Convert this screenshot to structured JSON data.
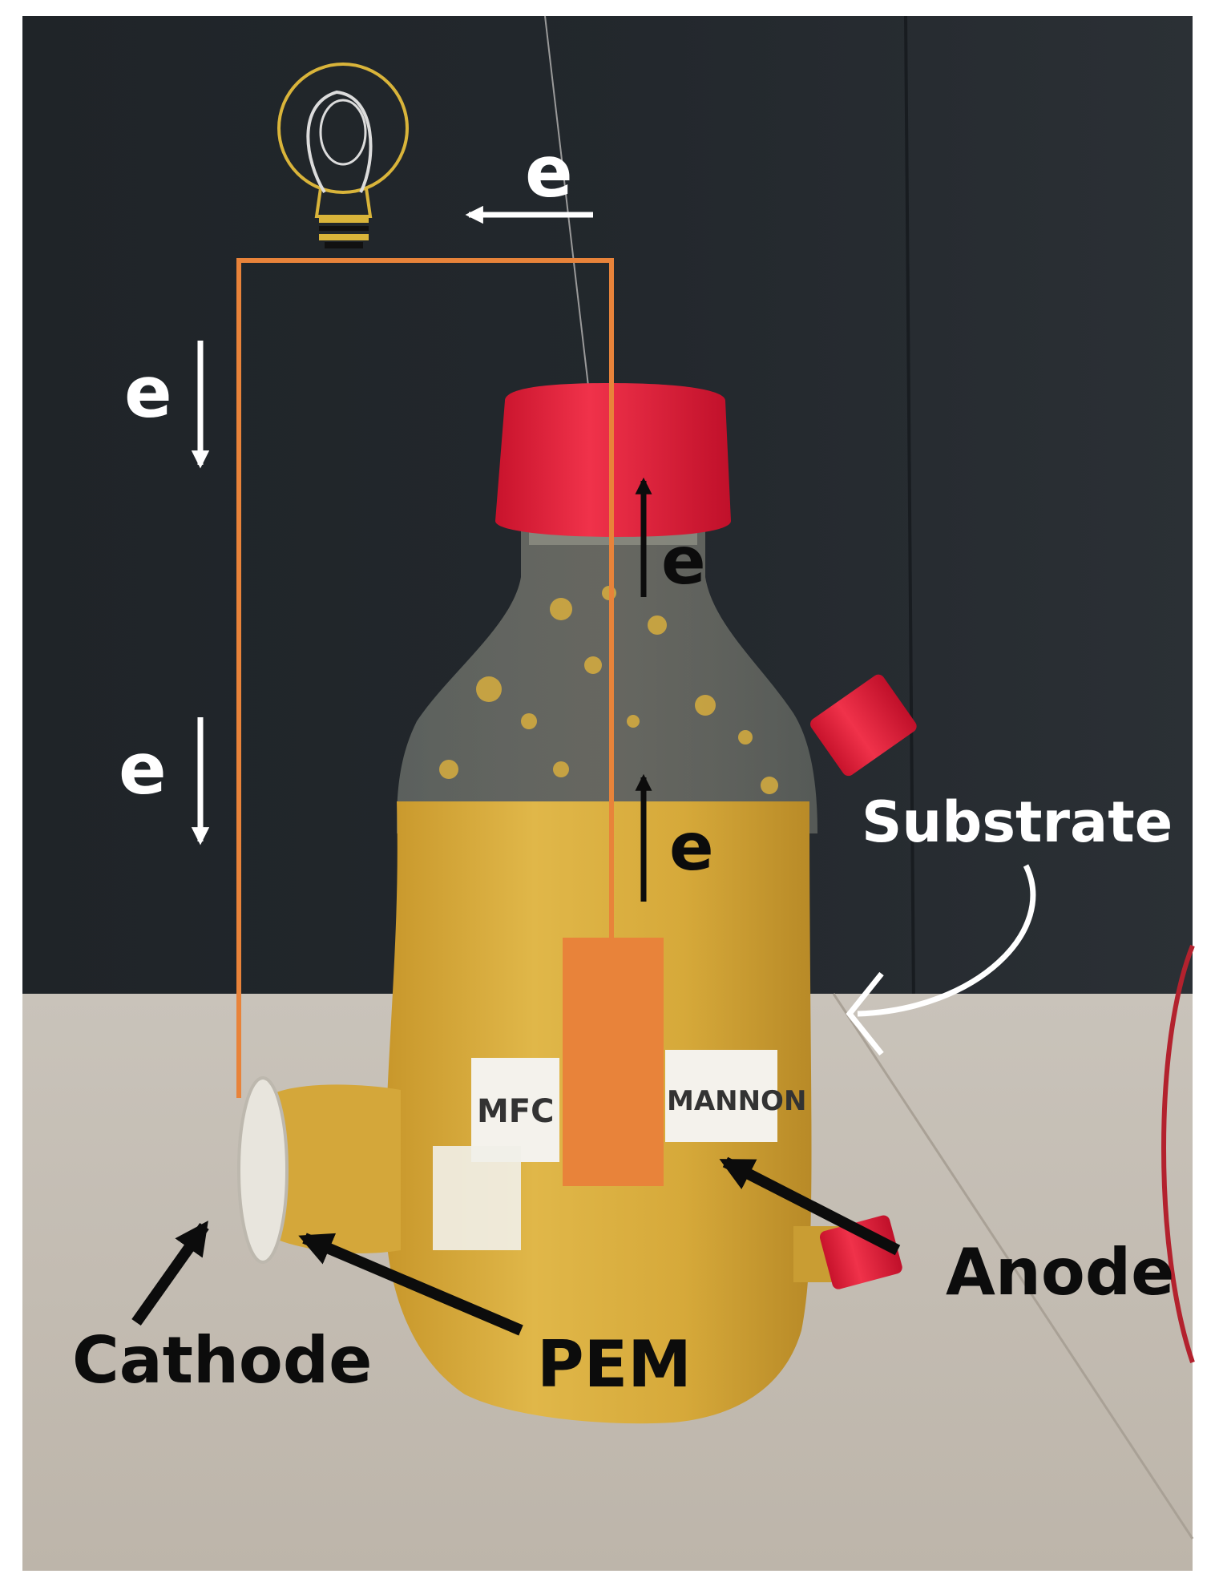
{
  "labels": {
    "electron_top": "e",
    "electron_left_1": "e",
    "electron_left_2": "e",
    "electron_cap": "e",
    "electron_mid": "e",
    "substrate": "Substrate",
    "anode": "Anode",
    "cathode": "Cathode",
    "pem": "PEM",
    "tape_left": "MFC",
    "tape_right": "MANNON"
  },
  "colors": {
    "background": "#20252a",
    "table": "#c3bcb2",
    "wire": "#e8833a",
    "cap": "#e8243c",
    "liquid": "#d9ae3c",
    "label_white": "#ffffff",
    "label_black": "#0c0c0c"
  }
}
